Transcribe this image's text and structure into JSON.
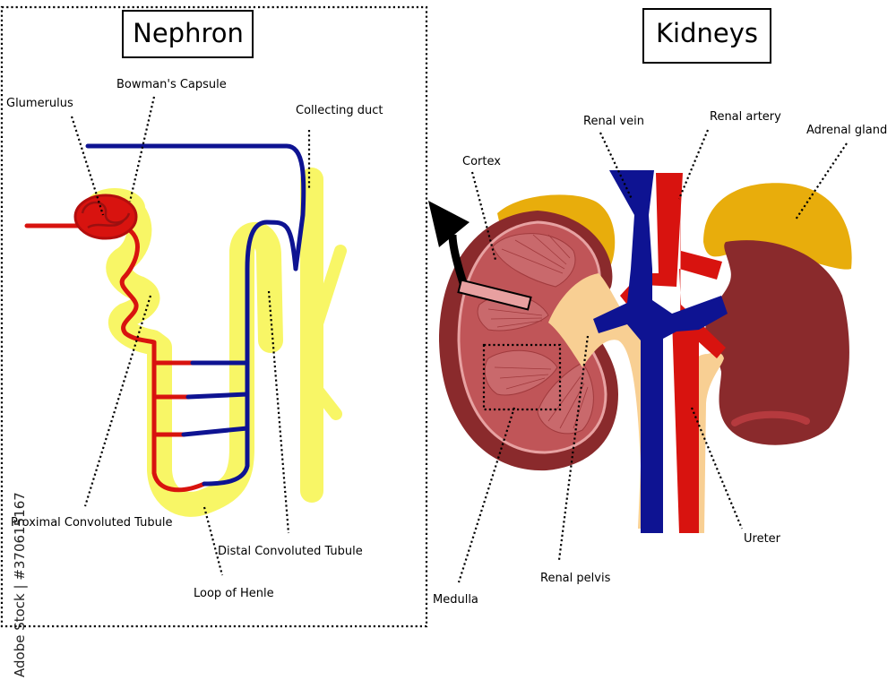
{
  "nephron": {
    "title": "Nephron",
    "labels": {
      "glomerulus": "Glumerulus",
      "bowmans_capsule": "Bowman's Capsule",
      "collecting_duct": "Collecting duct",
      "proximal_tubule": "Proximal Convoluted Tubule",
      "distal_tubule": "Distal Convoluted Tubule",
      "loop_of_henle": "Loop of Henle"
    }
  },
  "kidneys": {
    "title": "Kidneys",
    "labels": {
      "cortex": "Cortex",
      "renal_vein": "Renal vein",
      "renal_artery": "Renal artery",
      "adrenal_gland": "Adrenal gland",
      "ureter": "Ureter",
      "renal_pelvis": "Renal pelvis",
      "medulla": "Medulla"
    }
  },
  "watermark": "Adobe Stock | #370615167",
  "colors": {
    "artery_red": "#d8130f",
    "vein_blue": "#0e1392",
    "tubule_yellow": "#f8f666",
    "kidney_dark": "#8a2a2c",
    "kidney_cortex": "#c05558",
    "pelvis": "#f8cf93",
    "adrenal": "#e8ad0c"
  }
}
